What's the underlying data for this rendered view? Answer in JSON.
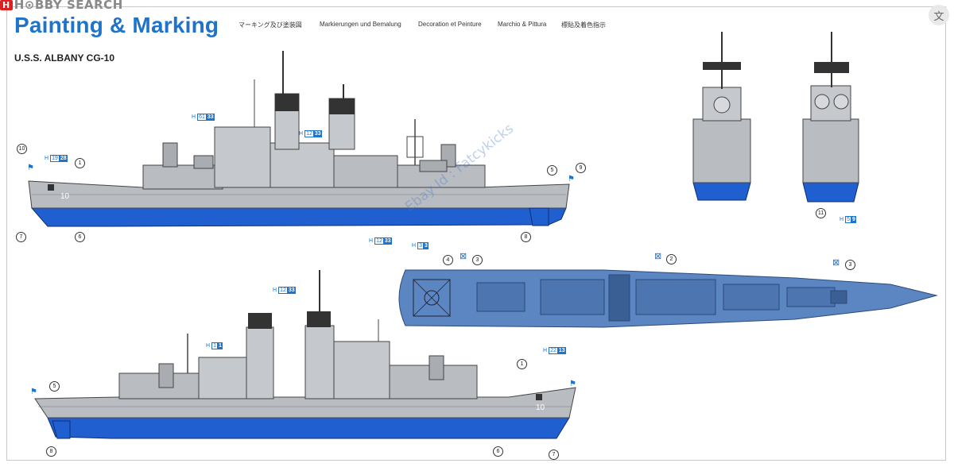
{
  "logo": {
    "badge": "H",
    "text": "H⊙BBY SEARCH"
  },
  "title": "Painting & Marking",
  "title_translations": [
    "マーキング及び塗装図",
    "Markierungen und Bemalung",
    "Decoration et Peinture",
    "Marchio & Pittura",
    "標貼及着色指示"
  ],
  "subtitle": "U.S.S. ALBANY CG-10",
  "translate_icon": "translate-icon",
  "hull_number": "10",
  "watermark": "Ebay Id : Fatcykicks",
  "colors": {
    "accent": "#1f73c9",
    "hull_gray": "#b9bdc2",
    "hull_blue": "#1f5fd0",
    "deck_blue": "#5b86c2"
  },
  "callouts": {
    "top_ship": [
      "10",
      "1",
      "5",
      "9",
      "7",
      "6",
      "8"
    ],
    "bottom_ship": [
      "5",
      "1",
      "8",
      "6",
      "7"
    ],
    "deck_plan": [
      "4",
      "3",
      "2",
      "3"
    ],
    "stern_view": [
      "11"
    ]
  },
  "color_refs": [
    {
      "h": "H",
      "a": "19",
      "b": "28"
    },
    {
      "h": "H",
      "a": "61",
      "b": "33"
    },
    {
      "h": "H",
      "a": "12",
      "b": "33"
    },
    {
      "h": "H",
      "a": "12",
      "b": "33"
    },
    {
      "h": "H",
      "a": "3",
      "b": "3"
    },
    {
      "h": "H",
      "a": "12",
      "b": "33"
    },
    {
      "h": "H",
      "a": "1",
      "b": "1"
    },
    {
      "h": "H",
      "a": "22",
      "b": "13"
    },
    {
      "h": "H",
      "a": "5",
      "b": "9"
    }
  ]
}
